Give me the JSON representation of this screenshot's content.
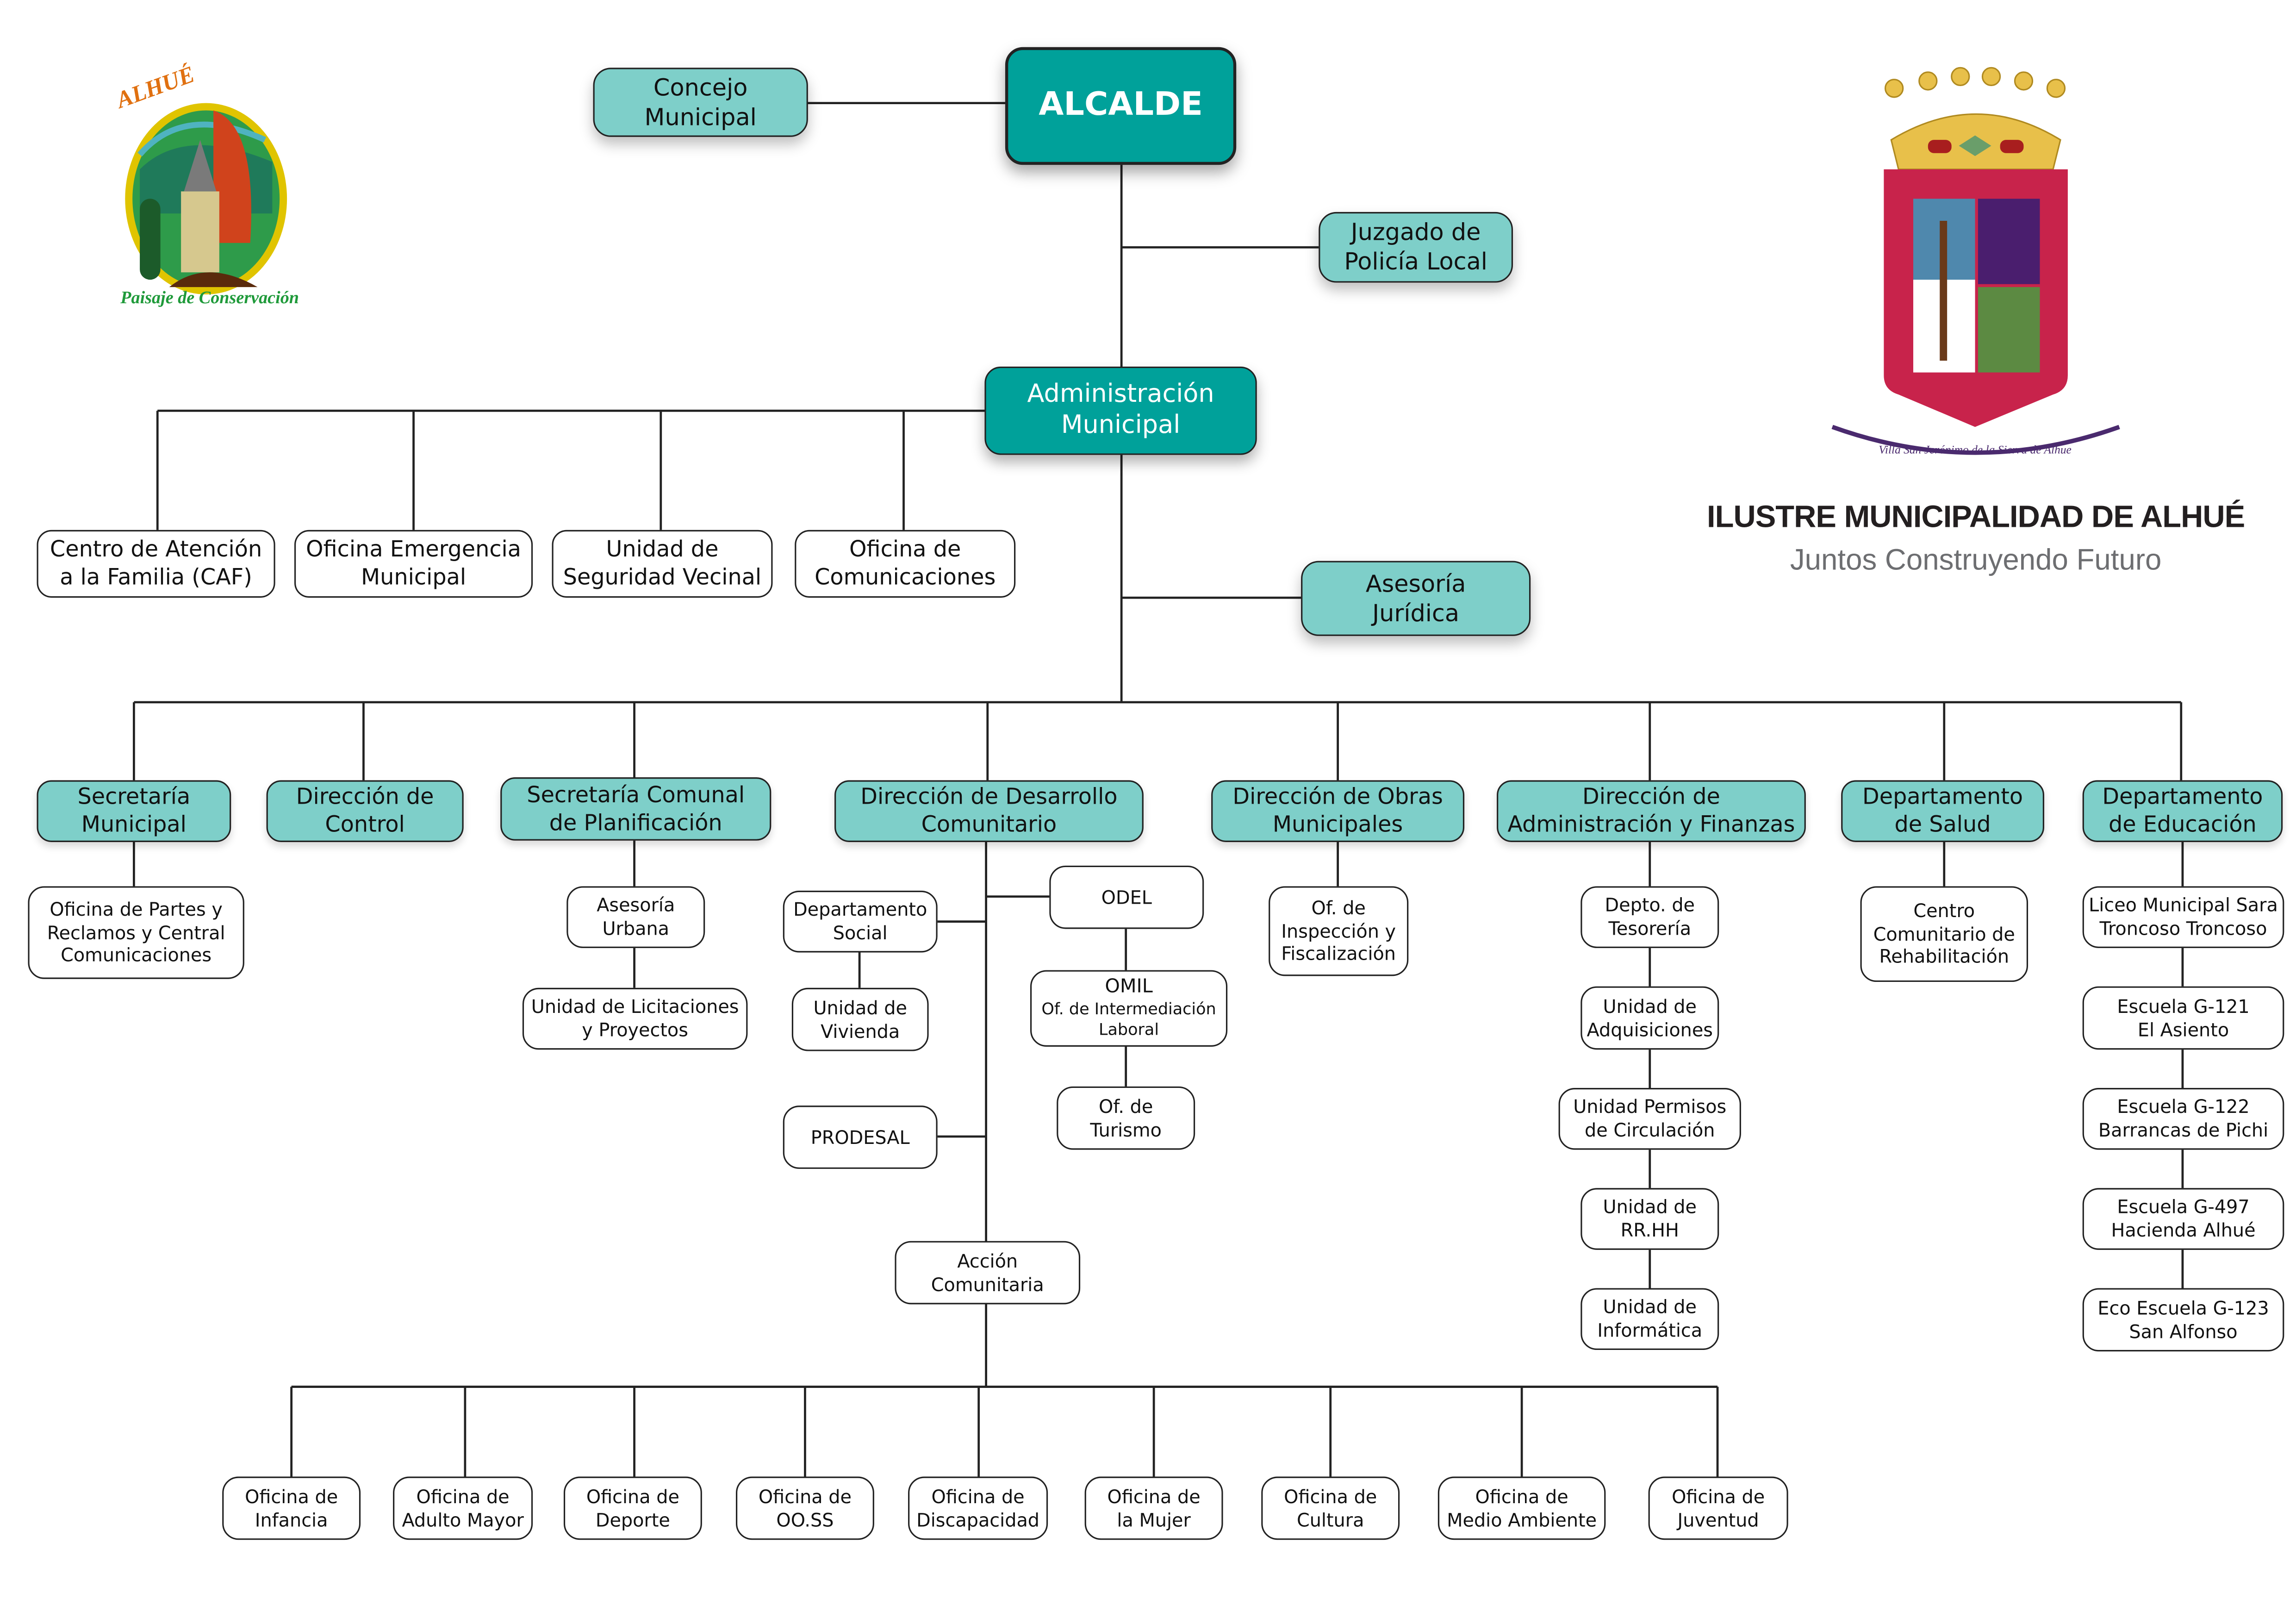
{
  "header": {
    "institution": "ILUSTRE MUNICIPALIDAD DE ALHUÉ",
    "slogan": "Juntos Construyendo Futuro",
    "crest_ribbon": "Villa San Jerónimo de la Sierra de Alhue",
    "left_logo_top": "ALHUÉ",
    "left_logo_bottom": "Paisaje de Conservación"
  },
  "colors": {
    "main_teal": "#00a19a",
    "light_teal": "#7ecfc9",
    "line": "#222222"
  },
  "top": {
    "alcalde": "ALCALDE",
    "concejo": "Concejo\nMunicipal",
    "juzgado": "Juzgado de\nPolicía Local",
    "administracion": "Administración\nMunicipal",
    "asesoria_juridica": "Asesoría\nJurídica"
  },
  "staff": [
    "Centro de Atención\na la Familia (CAF)",
    "Oficina Emergencia\nMunicipal",
    "Unidad de\nSeguridad Vecinal",
    "Oficina de\nComunicaciones"
  ],
  "directorates": [
    {
      "name": "Secretaría\nMunicipal",
      "units": [
        "Oficina de Partes y\nReclamos y Central\nComunicaciones"
      ]
    },
    {
      "name": "Dirección de\nControl",
      "units": []
    },
    {
      "name": "Secretaría Comunal\nde Planificación",
      "units": [
        "Asesoría\nUrbana",
        "Unidad de Licitaciones\ny Proyectos"
      ]
    },
    {
      "name": "Dirección de Desarrollo\nComunitario",
      "units": []
    },
    {
      "name": "Dirección de Obras\nMunicipales",
      "units": [
        "Of. de\nInspección y\nFiscalización"
      ]
    },
    {
      "name": "Dirección de\nAdministración y Finanzas",
      "units": [
        "Depto. de\nTesorería",
        "Unidad de\nAdquisiciones",
        "Unidad Permisos\nde Circulación",
        "Unidad de\nRR.HH",
        "Unidad de\nInformática"
      ]
    },
    {
      "name": "Departamento\nde Salud",
      "units": [
        "Centro\nComunitario de\nRehabilitación"
      ]
    },
    {
      "name": "Departamento\nde Educación",
      "units": [
        "Liceo Municipal Sara\nTroncoso Troncoso",
        "Escuela G-121\nEl Asiento",
        "Escuela G-122\nBarrancas de Pichi",
        "Escuela G-497\nHacienda Alhué",
        "Eco Escuela G-123\nSan Alfonso"
      ]
    }
  ],
  "dideco": {
    "depto_social": "Departamento\nSocial",
    "vivienda": "Unidad de\nVivienda",
    "prodesal": "PRODESAL",
    "odel": "ODEL",
    "omil_title": "OMIL",
    "omil_sub": "Of. de Intermediación\nLaboral",
    "turismo": "Of. de\nTurismo",
    "accion": "Acción\nComunitaria",
    "offices": [
      "Oficina de\nInfancia",
      "Oficina de\nAdulto Mayor",
      "Oficina de\nDeporte",
      "Oficina de\nOO.SS",
      "Oficina de\nDiscapacidad",
      "Oficina de\nla Mujer",
      "Oficina de\nCultura",
      "Oficina de\nMedio Ambiente",
      "Oficina de\nJuventud"
    ]
  }
}
